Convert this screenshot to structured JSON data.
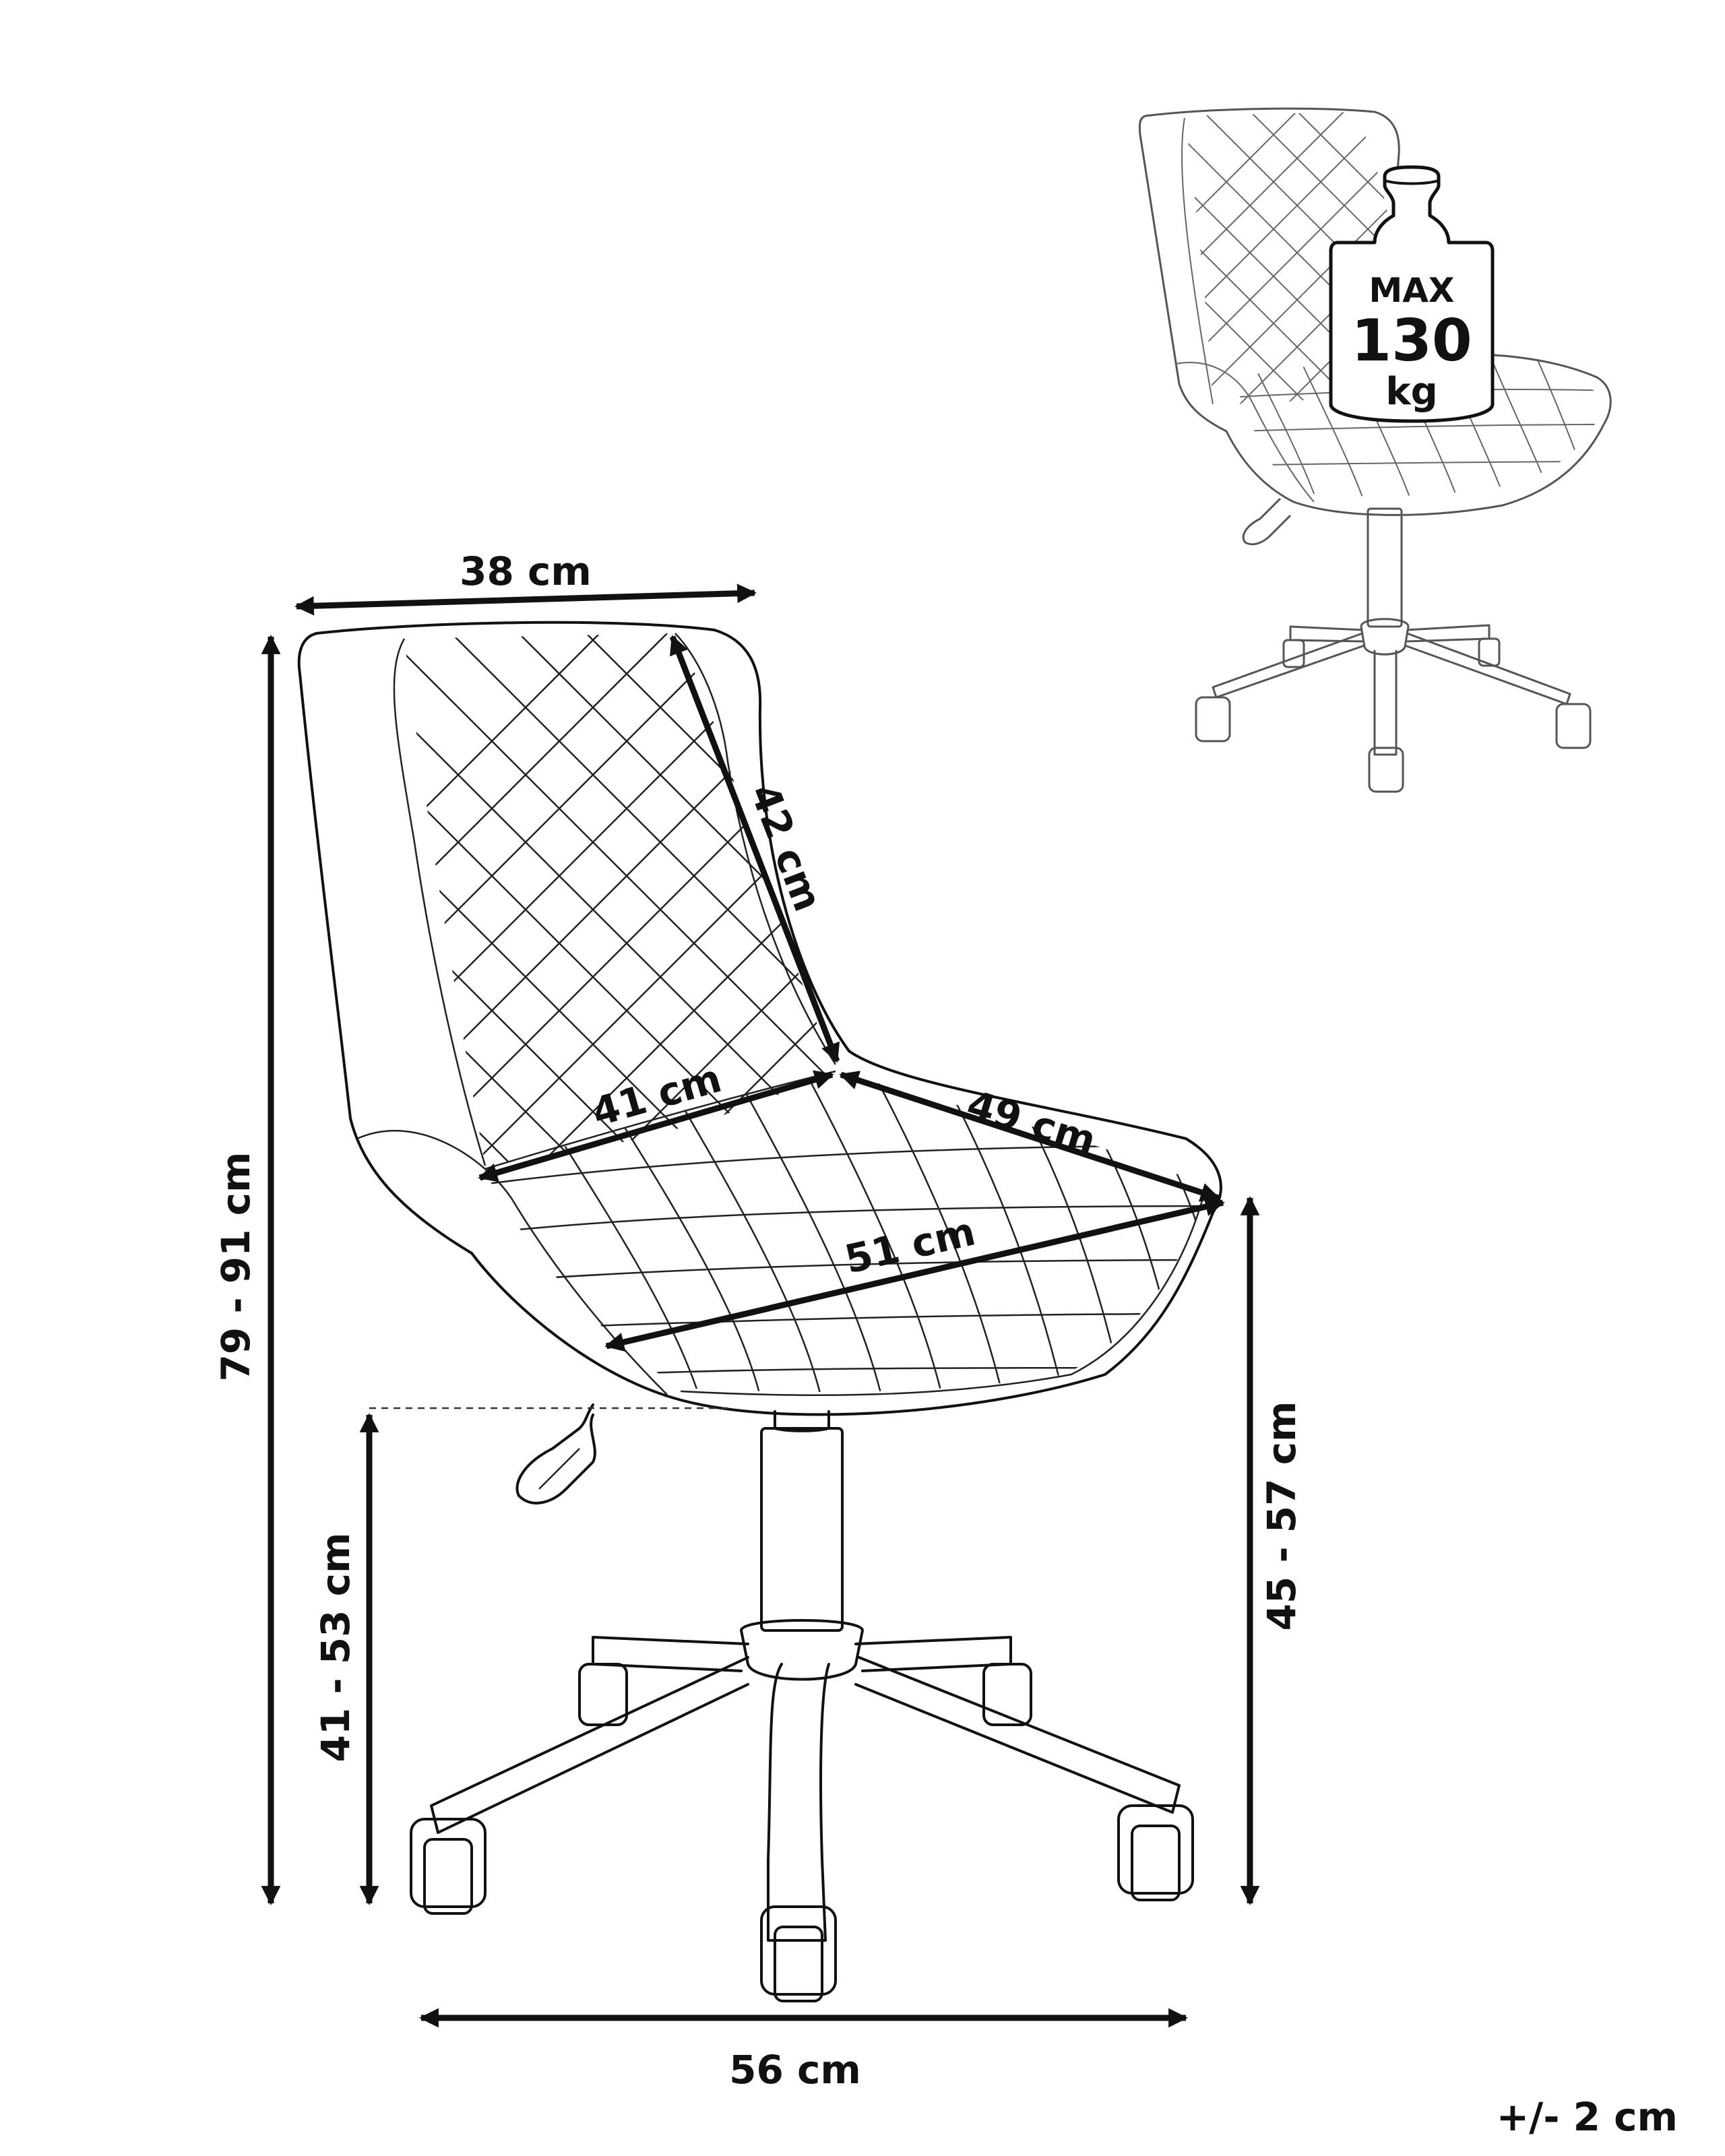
{
  "dimensions": {
    "back_width": "38 cm",
    "backrest_height": "42 cm",
    "seat_depth": "41 cm",
    "seat_width_diag": "49 cm",
    "seat_width": "51 cm",
    "total_height": "79 - 91 cm",
    "seat_height_floor": "41 - 53 cm",
    "seat_height_top": "45 - 57 cm",
    "base_width": "56 cm",
    "tolerance": "+/- 2 cm"
  },
  "weight_badge": {
    "line1": "MAX",
    "line2": "130",
    "line3": "kg"
  },
  "colors": {
    "line": "#111111",
    "grey_line": "#555555",
    "background": "#ffffff"
  }
}
